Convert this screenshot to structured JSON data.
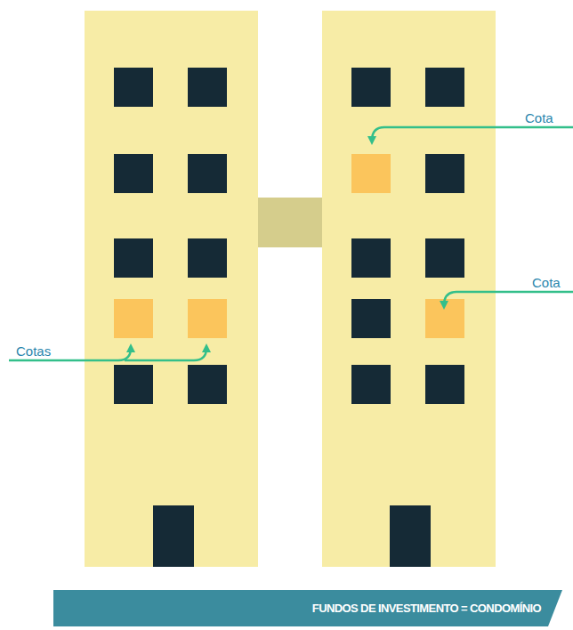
{
  "diagram": {
    "nodes": [
      {
        "text": [
          "FUNDOS DE INVESTIMENTO = CONDOMÍNIO"
        ]
      }
    ],
    "labels": [
      "Cota",
      "Cota",
      "Cotas"
    ]
  }
}
